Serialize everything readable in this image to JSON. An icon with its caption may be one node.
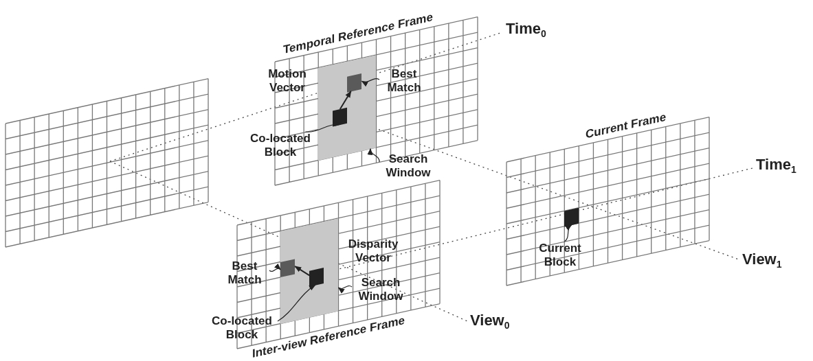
{
  "diagram": {
    "nodes": [
      {
        "text": [],
        "shape": "box"
      },
      {
        "text": [
          "Temporal Reference Frame"
        ]
      },
      {
        "text": [],
        "shape": "box",
        "in": 1
      },
      {
        "text": [],
        "shape": "box",
        "in": 2
      },
      {
        "text": [],
        "shape": "box",
        "in": 2
      },
      {
        "text": [
          "Best Match"
        ],
        "in": 1
      },
      {
        "text": [
          "Co-located Block"
        ]
      },
      {
        "text": [
          "Search Window"
        ],
        "in": 1
      },
      {
        "text": [
          "Current Frame"
        ]
      },
      {
        "text": [],
        "shape": "box",
        "in": 8
      },
      {
        "text": [
          "Current Block"
        ],
        "in": 8
      },
      {
        "text": [
          "Inter-view Reference Frame"
        ]
      },
      {
        "text": [],
        "shape": "box",
        "in": 11
      },
      {
        "text": [],
        "shape": "box",
        "in": 12
      },
      {
        "text": [],
        "shape": "box",
        "in": 12
      },
      {
        "text": [
          "Best Match"
        ]
      },
      {
        "text": [
          "Co-located Block"
        ]
      },
      {
        "text": [
          "Search Window"
        ],
        "in": 11
      }
    ],
    "edges": [
      {
        "from": 4,
        "to": 3,
        "arrow": "to",
        "label": "Motion Vector"
      },
      {
        "from": 5,
        "to": 3,
        "arrow": "to"
      },
      {
        "from": 6,
        "to": 4,
        "arrow": "to"
      },
      {
        "from": 7,
        "to": 2,
        "arrow": "to"
      },
      {
        "from": 10,
        "to": 9,
        "arrow": "to"
      },
      {
        "from": 14,
        "to": 13,
        "arrow": "to",
        "label": "Disparity Vector"
      },
      {
        "from": 15,
        "to": 13,
        "arrow": "to"
      },
      {
        "from": 16,
        "to": 14,
        "arrow": "to"
      },
      {
        "from": 17,
        "to": 12,
        "arrow": "to"
      }
    ],
    "labels": [
      "Time$_{0}$",
      "Time$_{1}$",
      "View$_{1}$",
      "View$_{0}$"
    ]
  }
}
